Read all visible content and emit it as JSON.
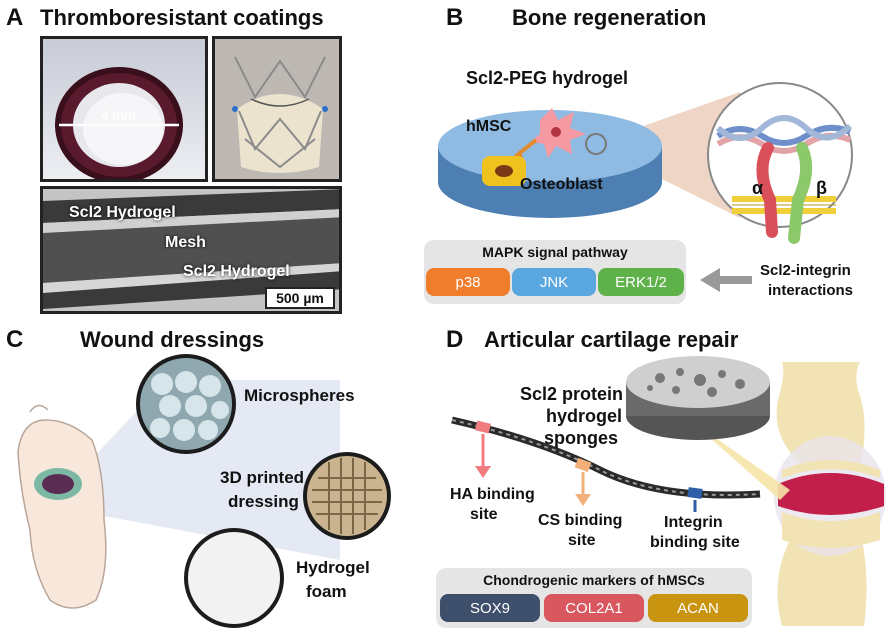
{
  "panels": {
    "a": {
      "letter": "A",
      "title": "Thromboresistant coatings",
      "tube_measure": "4 mm",
      "layer_top": "Scl2 Hydrogel",
      "layer_middle": "Mesh",
      "layer_bottom": "Scl2 Hydrogel",
      "scale_bar": "500 µm"
    },
    "b": {
      "letter": "B",
      "title": "Bone regeneration",
      "gel_label": "Scl2-PEG hydrogel",
      "cell_stem": "hMSC",
      "cell_bone": "Osteoblast",
      "alpha": "α",
      "beta": "β",
      "pathway_title": "MAPK signal pathway",
      "pathway_items": [
        "p38",
        "JNK",
        "ERK1/2"
      ],
      "interaction_line1": "Scl2-integrin",
      "interaction_line2": "interactions"
    },
    "c": {
      "letter": "C",
      "title": "Wound dressings",
      "item1": "Microspheres",
      "item2_line1": "3D printed",
      "item2_line2": "dressing",
      "item3_line1": "Hydrogel",
      "item3_line2": "foam"
    },
    "d": {
      "letter": "D",
      "title": "Articular cartilage repair",
      "sponge_line1": "Scl2 protein",
      "sponge_line2": "hydrogel",
      "sponge_line3": "sponges",
      "ha_line1": "HA binding",
      "ha_line2": "site",
      "cs_line1": "CS binding",
      "cs_line2": "site",
      "int_line1": "Integrin",
      "int_line2": "binding site",
      "markers_title": "Chondrogenic markers of hMSCs",
      "markers": [
        "SOX9",
        "COL2A1",
        "ACAN"
      ]
    }
  },
  "colors": {
    "p38": "#f07d2c",
    "jnk": "#5aa7e0",
    "erk": "#5fb24a",
    "sox9": "#3d4f6b",
    "col2a1": "#d9575e",
    "acan": "#c99510"
  }
}
